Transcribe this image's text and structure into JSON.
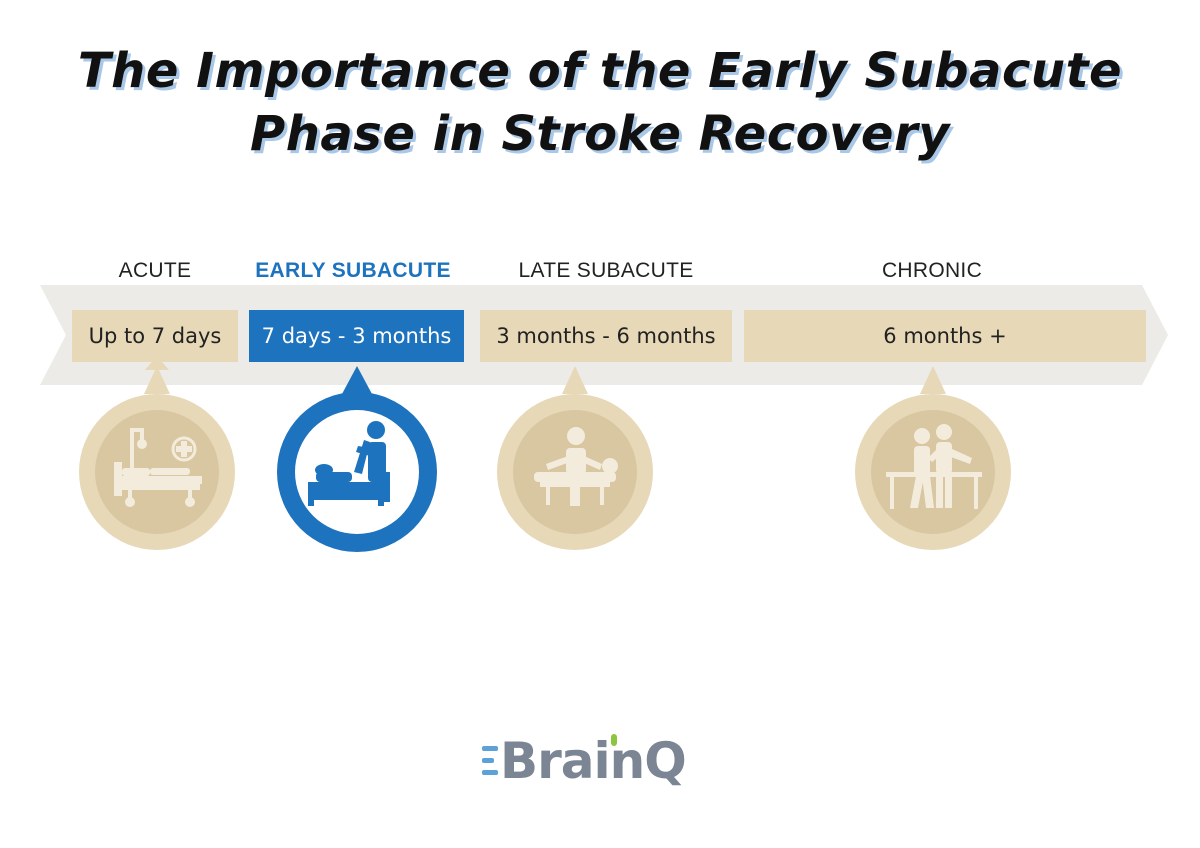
{
  "title": {
    "line1": "The Importance of the Early Subacute",
    "line2": "Phase in Stroke Recovery"
  },
  "stages": [
    {
      "name": "ACUTE",
      "duration": "Up to 7 days",
      "active": false,
      "icon": "hospital-bed-icon"
    },
    {
      "name": "EARLY SUBACUTE",
      "duration": "7 days - 3 months",
      "active": true,
      "icon": "bedside-therapy-icon"
    },
    {
      "name": "LATE SUBACUTE",
      "duration": "3 months - 6 months",
      "active": false,
      "icon": "massage-therapy-icon"
    },
    {
      "name": "CHRONIC",
      "duration": "6 months +",
      "active": false,
      "icon": "walking-rehab-icon"
    }
  ],
  "logo": {
    "text": "BrainQ",
    "icon": "brainq-logo-icon"
  },
  "colors": {
    "accent": "#1e73be",
    "beige": "#e7d8b7",
    "timeline_band": "#ecebe8",
    "title_shadow": "#a9c7e6",
    "logo_gray": "#7b8594",
    "logo_blue": "#5ca2d9",
    "logo_green": "#8cc63e"
  }
}
